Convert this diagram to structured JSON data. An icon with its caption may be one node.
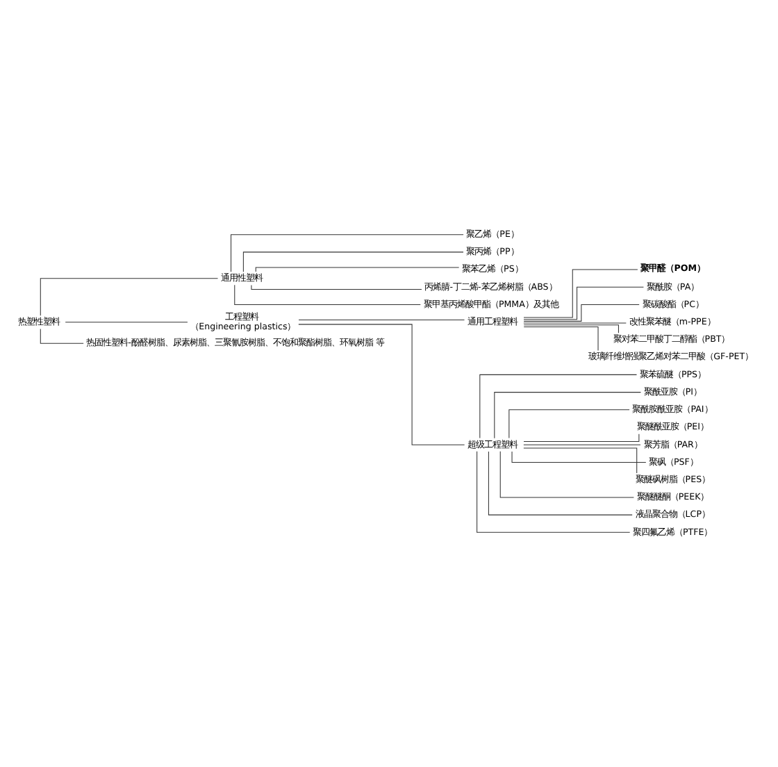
{
  "diagram": {
    "nodes": [
      {
        "text": [
          "热塑性塑料"
        ]
      },
      {
        "text": [
          "通用性塑料"
        ]
      },
      {
        "text": [
          "聚乙烯（PE）"
        ]
      },
      {
        "text": [
          "聚丙烯（PP）"
        ]
      },
      {
        "text": [
          "聚苯乙烯（PS）"
        ]
      },
      {
        "text": [
          "丙烯腈-丁二烯-苯乙烯树脂（ABS）"
        ]
      },
      {
        "text": [
          "聚甲基丙烯酸甲酯（PMMA）及其他"
        ]
      },
      {
        "text": [
          "工程塑料",
          "（Engineering plastics）"
        ]
      },
      {
        "text": [
          "通用工程塑料"
        ]
      },
      {
        "text": [
          "聚甲醛（POM）"
        ]
      },
      {
        "text": [
          "聚酰胺（PA）"
        ]
      },
      {
        "text": [
          "聚碳酸酯（PC）"
        ]
      },
      {
        "text": [
          "改性聚苯醚（m-PPE）"
        ]
      },
      {
        "text": [
          "聚对苯二甲酸丁二醇酯（PBT）"
        ]
      },
      {
        "text": [
          "玻璃纤维增强聚乙烯对苯二甲酸（GF-PET）"
        ]
      },
      {
        "text": [
          "超级工程塑料"
        ]
      },
      {
        "text": [
          "聚苯硫醚（PPS）"
        ]
      },
      {
        "text": [
          "聚酰亚胺（PI）"
        ]
      },
      {
        "text": [
          "聚酰胺酰亚胺（PAI）"
        ]
      },
      {
        "text": [
          "聚醚酰亚胺（PEI）"
        ]
      },
      {
        "text": [
          "聚芳脂（PAR）"
        ]
      },
      {
        "text": [
          "聚砜（PSF）"
        ]
      },
      {
        "text": [
          "聚醚砜树脂（PES）"
        ]
      },
      {
        "text": [
          "聚醚醚酮（PEEK）"
        ]
      },
      {
        "text": [
          "液晶聚合物（LCP）"
        ]
      },
      {
        "text": [
          "聚四氟乙烯（PTFE）"
        ]
      },
      {
        "text": [
          "热固性塑料-酚醛树脂、尿素树脂、三聚氰胺树脂、不饱和聚酯树脂、环氧树脂 等"
        ]
      }
    ],
    "edges": [
      {
        "from": 0,
        "to": 1,
        "arrow": "none"
      },
      {
        "from": 1,
        "to": 2,
        "arrow": "none"
      },
      {
        "from": 1,
        "to": 3,
        "arrow": "none"
      },
      {
        "from": 1,
        "to": 4,
        "arrow": "none"
      },
      {
        "from": 1,
        "to": 5,
        "arrow": "none"
      },
      {
        "from": 1,
        "to": 6,
        "arrow": "none"
      },
      {
        "from": 0,
        "to": 7,
        "arrow": "none"
      },
      {
        "from": 7,
        "to": 8,
        "arrow": "none"
      },
      {
        "from": 8,
        "to": 9,
        "arrow": "none"
      },
      {
        "from": 8,
        "to": 10,
        "arrow": "none"
      },
      {
        "from": 8,
        "to": 11,
        "arrow": "none"
      },
      {
        "from": 8,
        "to": 12,
        "arrow": "none"
      },
      {
        "from": 8,
        "to": 13,
        "arrow": "none"
      },
      {
        "from": 8,
        "to": 14,
        "arrow": "none"
      },
      {
        "from": 7,
        "to": 15,
        "arrow": "none"
      },
      {
        "from": 15,
        "to": 16,
        "arrow": "none"
      },
      {
        "from": 15,
        "to": 17,
        "arrow": "none"
      },
      {
        "from": 15,
        "to": 18,
        "arrow": "none"
      },
      {
        "from": 15,
        "to": 19,
        "arrow": "none"
      },
      {
        "from": 15,
        "to": 20,
        "arrow": "none"
      },
      {
        "from": 15,
        "to": 21,
        "arrow": "none"
      },
      {
        "from": 15,
        "to": 22,
        "arrow": "none"
      },
      {
        "from": 15,
        "to": 23,
        "arrow": "none"
      },
      {
        "from": 15,
        "to": 24,
        "arrow": "none"
      },
      {
        "from": 15,
        "to": 25,
        "arrow": "none"
      },
      {
        "from": 0,
        "to": 26,
        "arrow": "none"
      }
    ]
  }
}
